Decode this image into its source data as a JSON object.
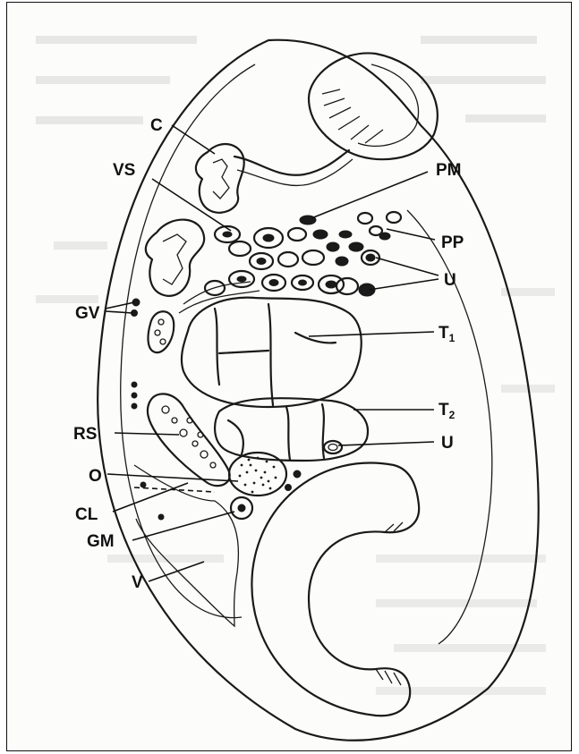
{
  "labels": {
    "C": "C",
    "VS": "VS",
    "PM": "PM",
    "PP": "PP",
    "U_top": "U",
    "GV": "GV",
    "T1": "T",
    "T1_sub": "1",
    "T2": "T",
    "T2_sub": "2",
    "RS": "RS",
    "U_bottom": "U",
    "O": "O",
    "CL": "CL",
    "GM": "GM",
    "V": "V"
  },
  "colors": {
    "ink": "#1a1a1a",
    "paper": "#fcfcfb",
    "bleed_text": "#c9c9c9"
  }
}
